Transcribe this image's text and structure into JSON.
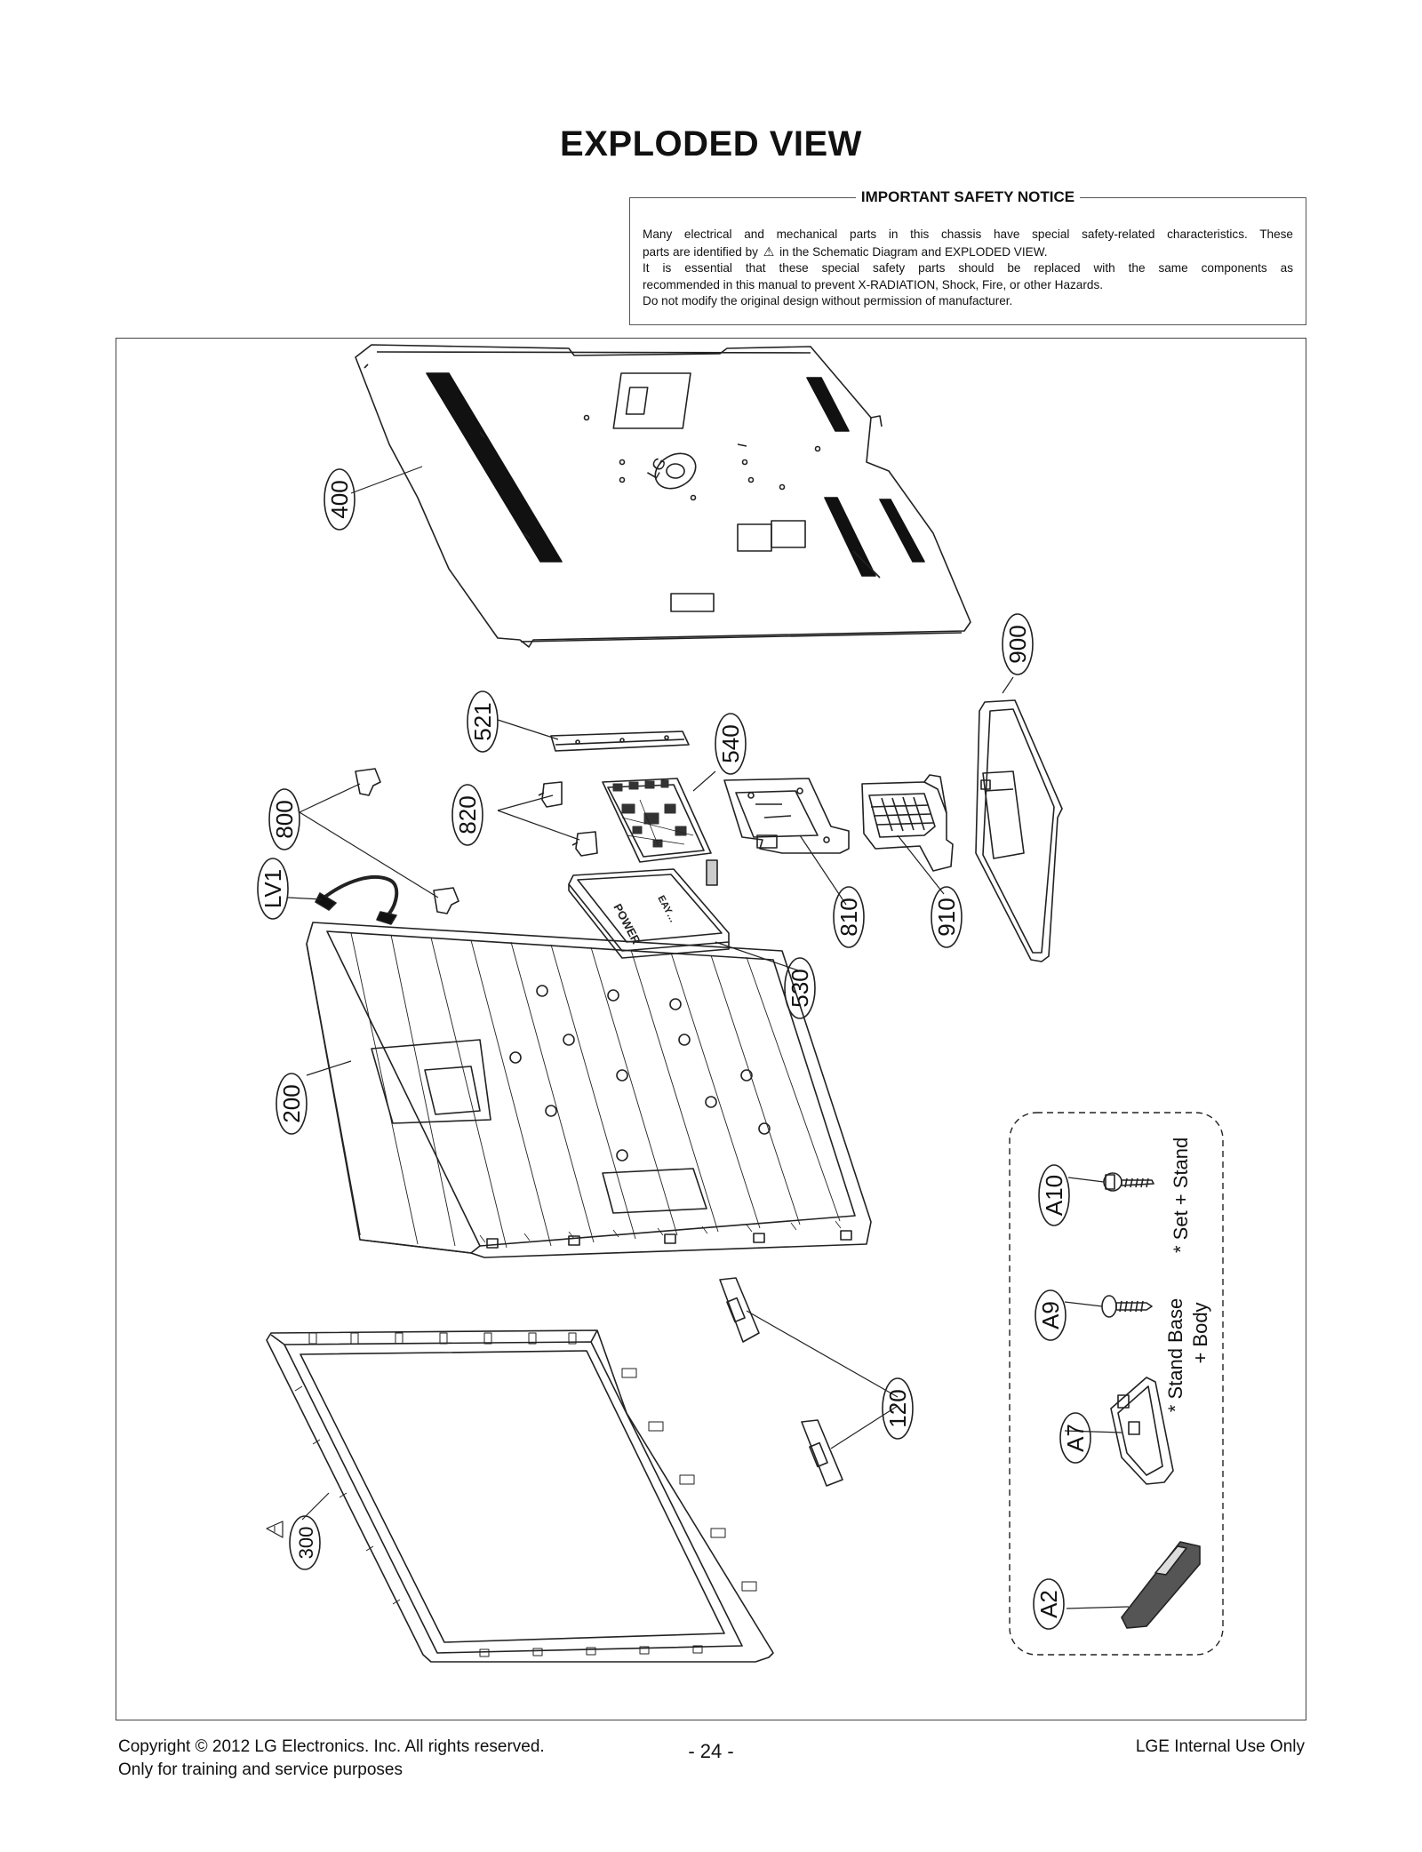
{
  "page": {
    "title": "EXPLODED VIEW"
  },
  "notice": {
    "title": "IMPORTANT SAFETY NOTICE",
    "line1": "Many electrical and mechanical parts in this chassis have special safety-related characteristics. These",
    "line2_pre": "parts are identified by",
    "line2_post": "in the Schematic Diagram and EXPLODED VIEW.",
    "line3": "It is essential that these special safety parts should be replaced with the same components as",
    "line4": "recommended in this manual to prevent X-RADIATION, Shock, Fire, or other Hazards.",
    "line5": "Do not modify the original design without permission of manufacturer."
  },
  "callouts": {
    "p400": "400",
    "p900": "900",
    "p521": "521",
    "p540": "540",
    "p820": "820",
    "p800": "800",
    "pLV1": "LV1",
    "p810": "810",
    "p910": "910",
    "p530": "530",
    "p200": "200",
    "p120": "120",
    "p300": "300",
    "pA10": "A10",
    "pA9": "A9",
    "pA7": "A7",
    "pA2": "A2"
  },
  "accessories": {
    "note_set_stand": "* Set + Stand",
    "note_stand_base_1": "* Stand Base",
    "note_stand_base_2": "+ Body"
  },
  "part_markings": {
    "logo": "LG",
    "power_label_1": "POWER",
    "power_label_2": "EAY…"
  },
  "footer": {
    "copyright": "Copyright © 2012 LG Electronics. Inc. All rights reserved.",
    "purpose": "Only for training and service purposes",
    "page_number": "- 24 -",
    "internal": "LGE Internal Use Only"
  }
}
